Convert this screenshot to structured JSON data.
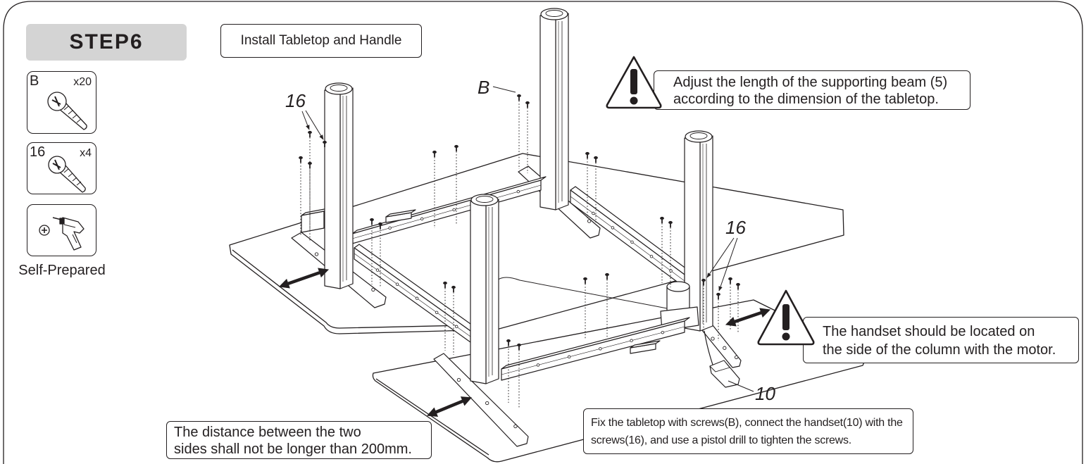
{
  "step": {
    "label": "STEP6"
  },
  "title": "Install Tabletop and Handle",
  "parts": [
    {
      "code": "B",
      "qty": "x20",
      "icon": "screw-icon"
    },
    {
      "code": "16",
      "qty": "x4",
      "icon": "screw-icon"
    },
    {
      "icon": "pistol-drill-icon"
    }
  ],
  "tool_caption": "Self-Prepared",
  "warnings": [
    {
      "icon": "warning-icon",
      "lines": [
        "Adjust the length of the supporting beam (5)",
        "according to the dimension of the tabletop."
      ]
    },
    {
      "icon": "warning-icon",
      "lines": [
        "The handset should be located on",
        "the side of the column with the motor."
      ]
    }
  ],
  "notes": {
    "distance": {
      "lines": [
        "The distance between the two",
        "sides shall not be longer than 200mm."
      ]
    },
    "fix": {
      "lines": [
        "Fix the tabletop with screws(B), connect the handset(10) with the",
        "screws(16), and use a pistol drill to tighten the screws."
      ]
    }
  },
  "callouts": {
    "screw_16_left": "16",
    "screw_b": "B",
    "screw_16_right": "16",
    "handset": "10"
  },
  "colors": {
    "step_badge": "#d4d4d4",
    "ink": "#231f20",
    "background": "#ffffff"
  }
}
